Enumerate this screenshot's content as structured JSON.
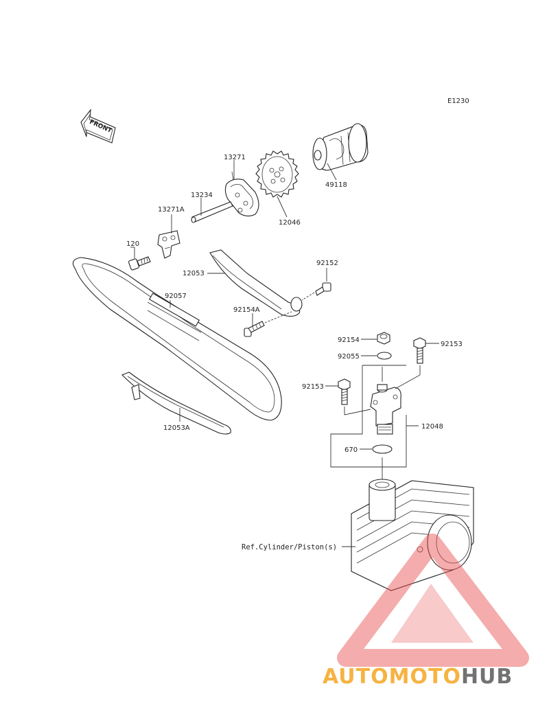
{
  "diagram_code": "E1230",
  "front_label": "FRONT",
  "reference_label": "Ref.Cylinder/Piston(s)",
  "parts": [
    {
      "id": "p13271",
      "number": "13271"
    },
    {
      "id": "p49118",
      "number": "49118"
    },
    {
      "id": "p13234",
      "number": "13234"
    },
    {
      "id": "p12046",
      "number": "12046"
    },
    {
      "id": "p13271a",
      "number": "13271A"
    },
    {
      "id": "p120",
      "number": "120"
    },
    {
      "id": "p92152",
      "number": "92152"
    },
    {
      "id": "p12053",
      "number": "12053"
    },
    {
      "id": "p92057",
      "number": "92057"
    },
    {
      "id": "p92154a",
      "number": "92154A"
    },
    {
      "id": "p92154",
      "number": "92154"
    },
    {
      "id": "p92153a",
      "number": "92153"
    },
    {
      "id": "p92055",
      "number": "92055"
    },
    {
      "id": "p92153b",
      "number": "92153"
    },
    {
      "id": "p12048",
      "number": "12048"
    },
    {
      "id": "p670",
      "number": "670"
    },
    {
      "id": "p12053a",
      "number": "12053A"
    }
  ],
  "watermark": {
    "part1": "AUTOMOTO",
    "part2": "HUB",
    "color_orange": "#f5a623",
    "color_red": "#e84c4c",
    "color_gray": "#5a5a5a"
  }
}
